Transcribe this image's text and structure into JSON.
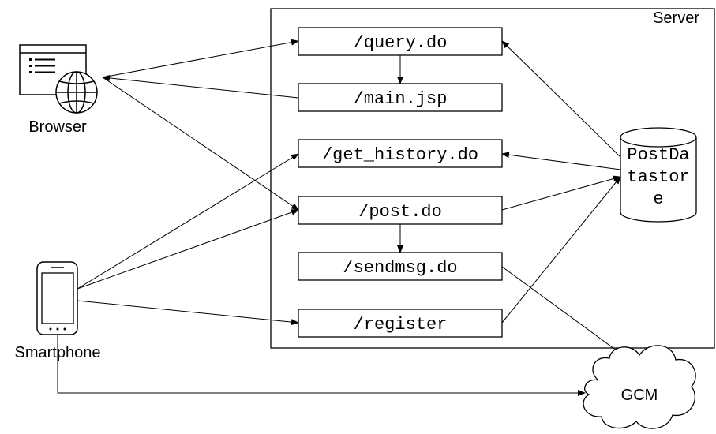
{
  "server": {
    "label": "Server"
  },
  "clients": {
    "browser": {
      "label": "Browser",
      "icon": "browser-globe-icon"
    },
    "smartphone": {
      "label": "Smartphone",
      "icon": "smartphone-icon"
    }
  },
  "endpoints": {
    "query": "/query.do",
    "main": "/main.jsp",
    "get_history": "/get_history.do",
    "post": "/post.do",
    "sendmsg": "/sendmsg.do",
    "register": "/register"
  },
  "datastore": {
    "line1": "PostDa",
    "line2": "tastor",
    "line3": "e"
  },
  "gcm": {
    "label": "GCM"
  },
  "connections": [
    [
      "browser",
      "query"
    ],
    [
      "main",
      "browser"
    ],
    [
      "browser",
      "post"
    ],
    [
      "query",
      "main"
    ],
    [
      "post",
      "sendmsg"
    ],
    [
      "smartphone",
      "get_history"
    ],
    [
      "smartphone",
      "post"
    ],
    [
      "smartphone",
      "register"
    ],
    [
      "smartphone",
      "gcm"
    ],
    [
      "datastore",
      "query"
    ],
    [
      "datastore",
      "get_history"
    ],
    [
      "post",
      "datastore"
    ],
    [
      "register",
      "datastore"
    ],
    [
      "sendmsg",
      "gcm"
    ]
  ]
}
